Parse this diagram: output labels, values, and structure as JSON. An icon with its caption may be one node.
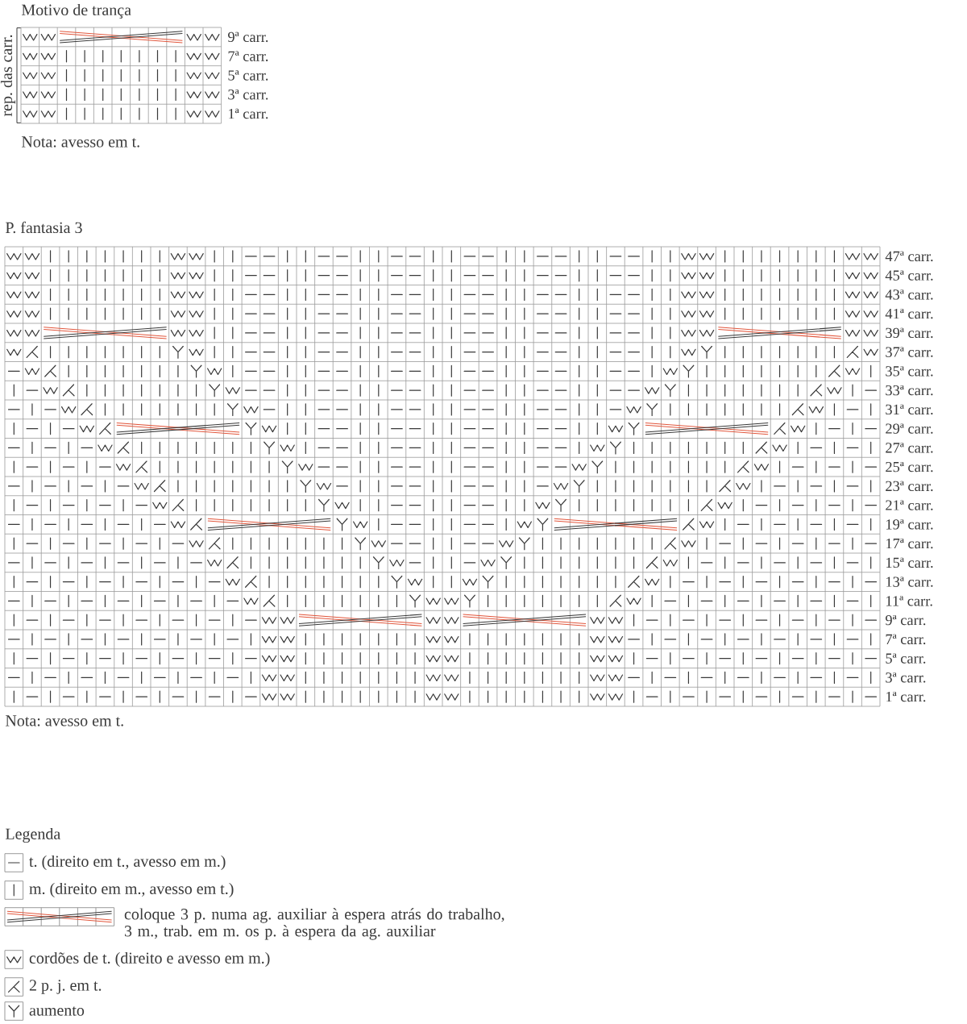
{
  "diagram": {
    "labels": [
      "Motivo de trança",
      "rep. das carr.",
      "9ª carr.",
      "7ª carr.",
      "5ª carr.",
      "3ª carr.",
      "1ª carr.",
      "Nota: avesso em t.",
      "P. fantasia 3",
      "47ª carr.",
      "45ª carr.",
      "43ª carr.",
      "41ª carr.",
      "39ª carr.",
      "37ª carr.",
      "35ª carr.",
      "33ª carr.",
      "31ª carr.",
      "29ª carr.",
      "27ª carr.",
      "25ª carr.",
      "23ª carr.",
      "21ª carr.",
      "19ª carr.",
      "17ª carr.",
      "15ª carr.",
      "13ª carr.",
      "11ª carr.",
      "9ª carr.",
      "7ª carr.",
      "5ª carr.",
      "3ª carr.",
      "1ª carr.",
      "Nota: avesso em t.",
      "Legenda"
    ],
    "legend": [
      {
        "text": "t. (direito em t., avesso em m.)"
      },
      {
        "text": "m. (direito em m., avesso em t.)"
      },
      {
        "text": "coloque 3 p. numa ag. auxiliar à espera atrás do trabalho, 3 m., trab. em m. os p. à espera da ag. auxiliar"
      },
      {
        "text": "cordões de t. (direito e avesso em m.)"
      },
      {
        "text": "2 p. j. em t."
      },
      {
        "text": "aumento"
      }
    ]
  }
}
